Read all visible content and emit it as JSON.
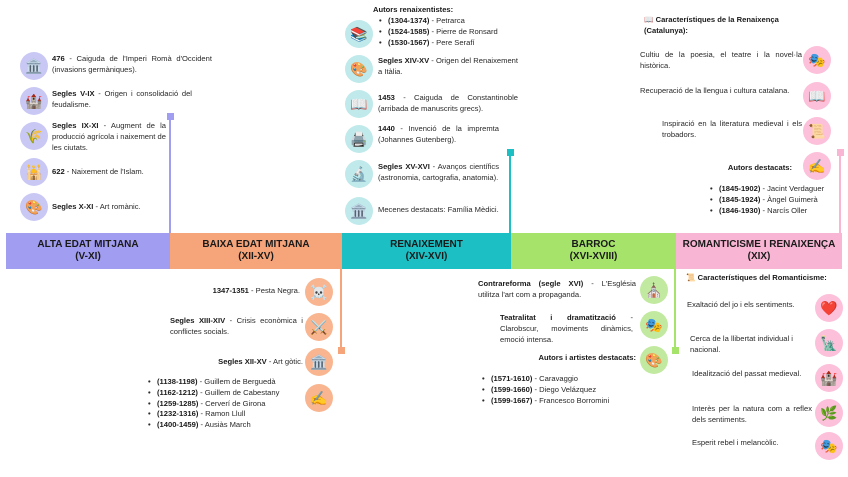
{
  "periods": [
    {
      "name": "ALTA EDAT MITJANA",
      "range": "(V-XI)"
    },
    {
      "name": "BAIXA EDAT MITJANA",
      "range": "(XII-XV)"
    },
    {
      "name": "RENAIXEMENT",
      "range": "(XIV-XVI)"
    },
    {
      "name": "BARROC",
      "range": "(XVI-XVIII)"
    },
    {
      "name": "ROMANTICISME I RENAIXENÇA",
      "range": "(XIX)"
    }
  ],
  "colors": {
    "alta": "#a19df0",
    "baixa": "#f6a47a",
    "renaixement": "#1cc0c4",
    "barroc": "#a6e36a",
    "romanticisme": "#f9b6d4"
  },
  "alta": {
    "events": [
      {
        "bold": "476",
        "text": " - Caiguda de l'Imperi Romà d'Occident (invasions germàniques).",
        "icon": "temple-icon"
      },
      {
        "bold": "Segles V-IX",
        "text": " - Origen i consolidació del feudalisme.",
        "icon": "castle-icon"
      },
      {
        "bold": "Segles IX-XI",
        "text": " - Augment de la producció agrícola i naixement de les ciutats.",
        "icon": "wheat-icon"
      },
      {
        "bold": "622",
        "text": " - Naixement de l'Islam.",
        "icon": "mosque-icon"
      },
      {
        "bold": "Segles X-XI",
        "text": " - Art romànic.",
        "icon": "palette-icon"
      }
    ]
  },
  "baixa": {
    "events": [
      {
        "bold": "1347-1351",
        "text": " - Pesta Negra.",
        "icon": "skull-icon"
      },
      {
        "bold": "Segles XIII-XIV",
        "text": " - Crisis econòmica i conflictes socials.",
        "icon": "crossed-swords-icon"
      },
      {
        "bold": "Segles XII-XV",
        "text": " - Art gòtic.",
        "icon": "temple-icon"
      }
    ],
    "authors": [
      {
        "years": "(1138-1198)",
        "name": " - Guillem de Berguedà"
      },
      {
        "years": "(1162-1212)",
        "name": " - Guillem de Cabestany"
      },
      {
        "years": "(1259-1285)",
        "name": " - Cerverí de Girona"
      },
      {
        "years": "(1232-1316)",
        "name": " - Ramon Llull"
      },
      {
        "years": "(1400-1459)",
        "name": " - Ausiàs March"
      }
    ]
  },
  "renaixement": {
    "authors_title": "Autors renaixentistes:",
    "authors": [
      {
        "years": "(1304-1374)",
        "name": " - Petrarca"
      },
      {
        "years": "(1524-1585)",
        "name": " - Pierre de Ronsard"
      },
      {
        "years": "(1530-1567)",
        "name": " - Pere Serafí"
      }
    ],
    "events": [
      {
        "bold": "Segles XIV-XV",
        "text": " - Origen del Renaixement a Itàlia.",
        "icon": "palette-icon"
      },
      {
        "bold": "1453",
        "text": " - Caiguda de Constantinoble (arribada de manuscrits grecs).",
        "icon": "book-icon"
      },
      {
        "bold": "1440",
        "text": " - Invenció de la impremta (Johannes Gutenberg).",
        "icon": "printer-icon"
      },
      {
        "bold": "Segles XV-XVI",
        "text": " - Avanços científics (astronomia, cartografia, anatomia).",
        "icon": "microscope-icon"
      },
      {
        "bold": "",
        "text": "Mecenes destacats: Família Mèdici.",
        "icon": "temple-icon"
      }
    ]
  },
  "barroc": {
    "events": [
      {
        "bold": "Contrareforma (segle XVI)",
        "text": " - L'Església utilitza l'art com a propaganda.",
        "icon": "church-icon"
      },
      {
        "bold": "Teatralitat i dramatització",
        "text": " - Clarobscur, moviments dinàmics, emoció intensa.",
        "icon": "theater-masks-icon"
      }
    ],
    "authors_title": "Autors i artistes destacats:",
    "authors": [
      {
        "years": "(1571-1610)",
        "name": " - Caravaggio"
      },
      {
        "years": "(1599-1660)",
        "name": " - Diego Velázquez"
      },
      {
        "years": "(1599-1667)",
        "name": " - Francesco Borromini"
      }
    ]
  },
  "renaixenca": {
    "title_icon": "📖",
    "title": "Característiques de la Renaixença (Catalunya):",
    "items": [
      {
        "text": "Cultiu de la poesia, el teatre i la novel·la històrica.",
        "icon": "theater-masks-icon"
      },
      {
        "text": "Recuperació de la llengua i cultura catalana.",
        "icon": "book-icon"
      },
      {
        "text": "Inspiració en la literatura medieval i els trobadors.",
        "icon": "scroll-icon"
      }
    ],
    "authors_title": "Autors destacats:",
    "authors": [
      {
        "years": "(1845-1902)",
        "name": " - Jacint Verdaguer"
      },
      {
        "years": "(1845-1924)",
        "name": " - Àngel Guimerà"
      },
      {
        "years": "(1846-1930)",
        "name": " - Narcís Oller"
      }
    ]
  },
  "romanticisme": {
    "title_icon": "📜",
    "title": "Característiques del Romanticisme:",
    "items": [
      {
        "text": "Exaltació del jo i els sentiments.",
        "icon": "heart-icon"
      },
      {
        "text": "Cerca de la llibertat individual i nacional.",
        "icon": "statue-of-liberty-icon"
      },
      {
        "text": "Idealització del passat medieval.",
        "icon": "castle-icon"
      },
      {
        "text": "Interès per la natura com a reflex dels sentiments.",
        "icon": "leaf-icon"
      },
      {
        "text": "Esperit rebel i melancòlic.",
        "icon": "theater-masks-icon"
      }
    ]
  }
}
